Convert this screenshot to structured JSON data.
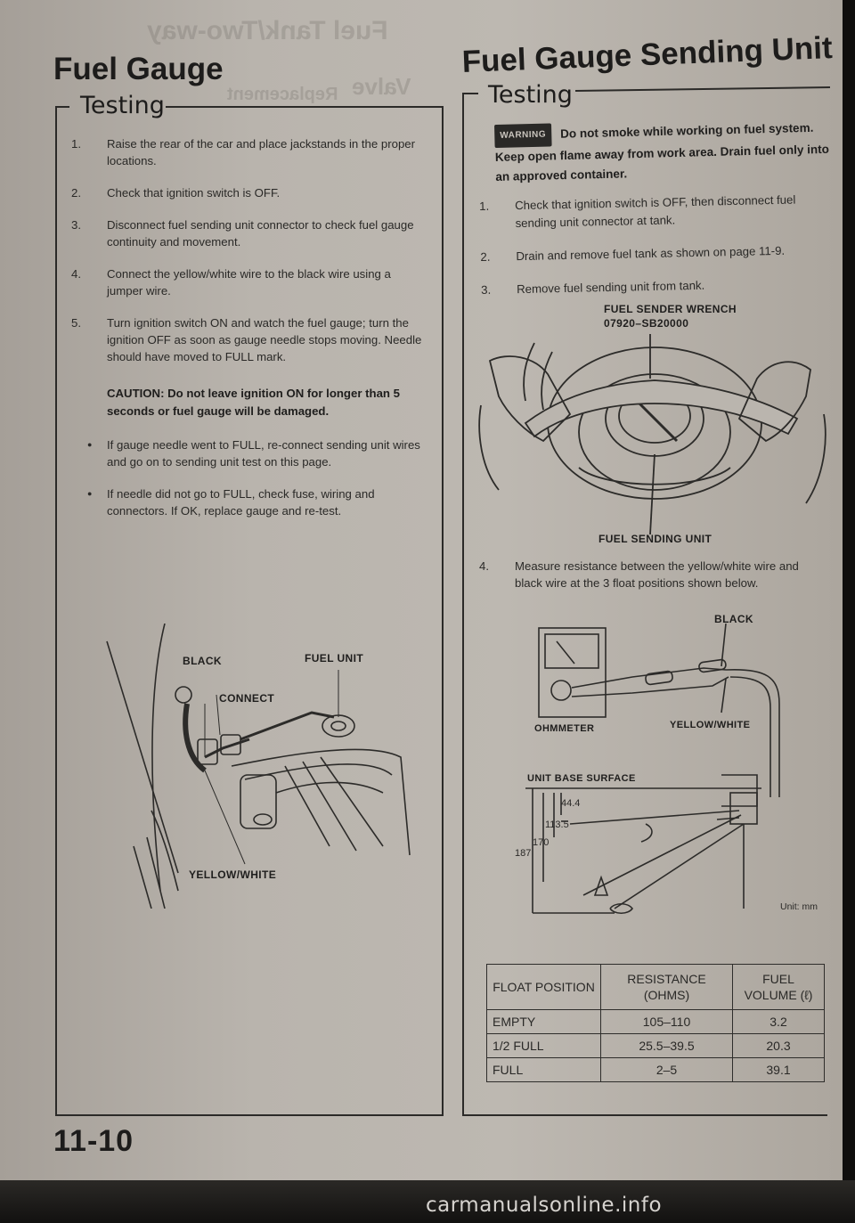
{
  "left": {
    "title": "Fuel Gauge",
    "subtitle": "Testing",
    "steps": [
      {
        "n": "1.",
        "text": "Raise the rear of the car and place jackstands in the proper locations."
      },
      {
        "n": "2.",
        "text": "Check that ignition switch is OFF."
      },
      {
        "n": "3.",
        "text": "Disconnect fuel sending unit connector to check fuel gauge continuity and movement."
      },
      {
        "n": "4.",
        "text": "Connect the yellow/white wire to the black wire using a jumper wire."
      },
      {
        "n": "5.",
        "text": "Turn ignition switch ON and watch the fuel gauge; turn the ignition OFF as soon as gauge needle stops moving. Needle should have moved to FULL mark."
      }
    ],
    "caution": "CAUTION: Do not leave ignition ON for longer than 5 seconds or fuel gauge will be damaged.",
    "bullets": [
      "If gauge needle went to FULL, re-connect sending unit wires and go on to sending unit test on this page.",
      "If needle did not go to FULL, check fuse, wiring and connectors. If OK, replace gauge and re-test."
    ],
    "figure_labels": {
      "black": "BLACK",
      "fuel_unit": "FUEL UNIT",
      "connect": "CONNECT",
      "yellow_white": "YELLOW/WHITE"
    }
  },
  "right": {
    "title": "Fuel Gauge Sending Unit",
    "subtitle": "Testing",
    "warning_badge": "WARNING",
    "warning_text": "Do not smoke while working on fuel system. Keep open flame away from work area. Drain fuel only into an approved container.",
    "steps": [
      {
        "n": "1.",
        "text": "Check that ignition switch is OFF, then disconnect fuel sending unit connector at tank."
      },
      {
        "n": "2.",
        "text": "Drain and remove fuel tank as shown on page 11-9."
      },
      {
        "n": "3.",
        "text": "Remove fuel sending unit from tank."
      }
    ],
    "wrench_label": "FUEL SENDER WRENCH",
    "wrench_part": "07920–SB20000",
    "sending_unit_label": "FUEL SENDING UNIT",
    "step4": {
      "n": "4.",
      "text": "Measure resistance between the yellow/white wire and black wire at the 3 float positions shown below."
    },
    "diagram": {
      "black": "BLACK",
      "ohmmeter": "OHMMETER",
      "yellow_white": "YELLOW/WHITE",
      "base_surface": "UNIT BASE SURFACE",
      "dims": [
        "44.4",
        "113.5",
        "170",
        "187"
      ],
      "unit": "Unit: mm"
    },
    "table": {
      "headers": [
        "FLOAT POSITION",
        "RESISTANCE (OHMS)",
        "FUEL VOLUME (ℓ)"
      ],
      "rows": [
        [
          "EMPTY",
          "105–110",
          "3.2"
        ],
        [
          "1/2 FULL",
          "25.5–39.5",
          "20.3"
        ],
        [
          "FULL",
          "2–5",
          "39.1"
        ]
      ]
    }
  },
  "page_number": "11-10",
  "watermark": "carmanualsonline.info",
  "ghost_text": {
    "a": "Fuel Tank/Two-way",
    "b": "Valve",
    "c": "Replacement"
  }
}
